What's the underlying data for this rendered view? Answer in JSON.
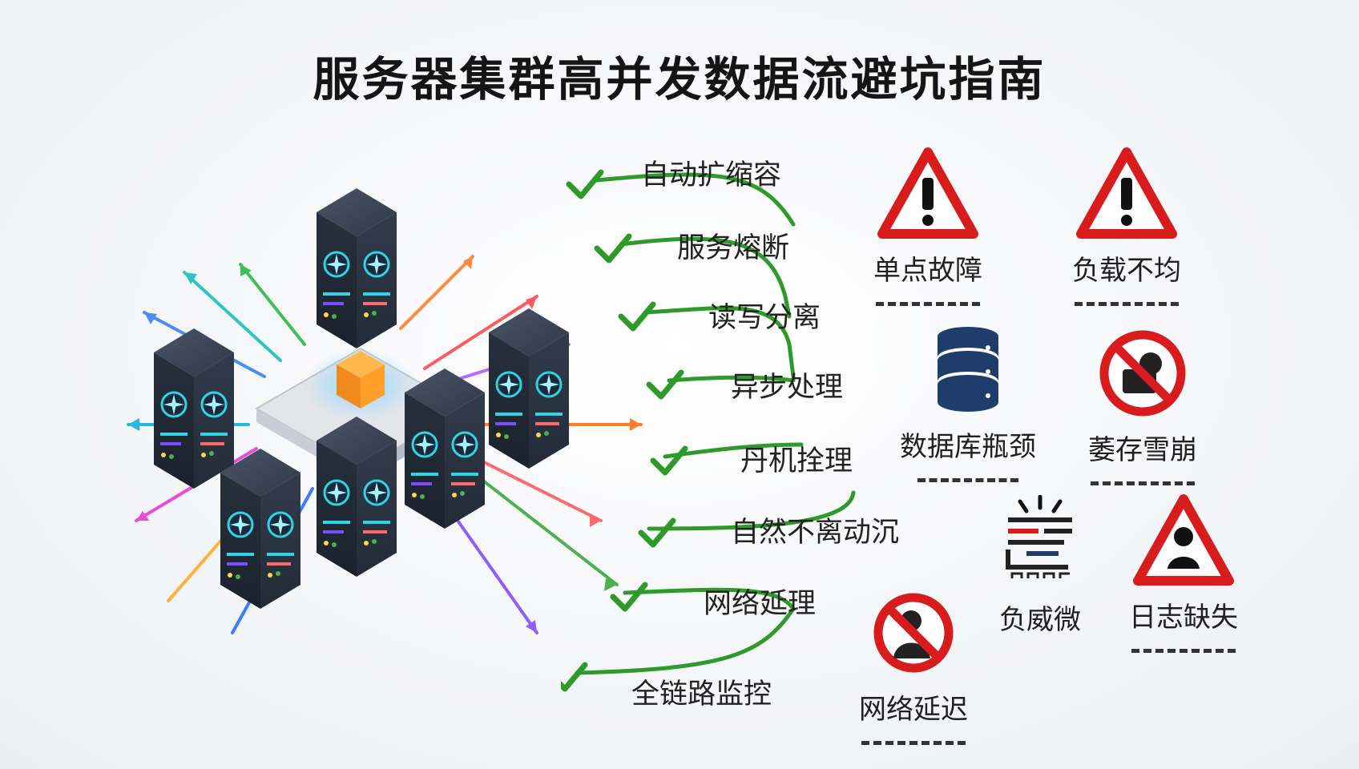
{
  "title": "服务器集群高并发数据流避坑指南",
  "colors": {
    "check_green": "#2e9a2a",
    "warning_red": "#d81b1b",
    "server_dark": "#2b3442",
    "text_dark": "#151515"
  },
  "practices": [
    {
      "label": "自动扩缩容",
      "icon": "check-icon"
    },
    {
      "label": "服务熔断",
      "icon": "check-icon"
    },
    {
      "label": "读写分离",
      "icon": "check-icon"
    },
    {
      "label": "异步处理",
      "icon": "check-icon"
    },
    {
      "label": "丹机拴理",
      "icon": "check-icon"
    },
    {
      "label": "自然不离动沉",
      "icon": "check-icon"
    },
    {
      "label": "网络延理",
      "icon": "check-icon"
    },
    {
      "label": "全链路监控",
      "icon": "check-icon"
    }
  ],
  "risks": [
    {
      "label": "单点故障",
      "icon": "warning-triangle-icon"
    },
    {
      "label": "负载不均",
      "icon": "warning-triangle-icon"
    },
    {
      "label": "数据库瓶颈",
      "icon": "database-icon"
    },
    {
      "label": "萎存雪崩",
      "icon": "prohibited-icon"
    },
    {
      "label": "负威微",
      "icon": "alert-burst-icon"
    },
    {
      "label": "日志缺失",
      "icon": "warning-person-icon"
    },
    {
      "label": "网络延迟",
      "icon": "prohibited-icon"
    }
  ]
}
